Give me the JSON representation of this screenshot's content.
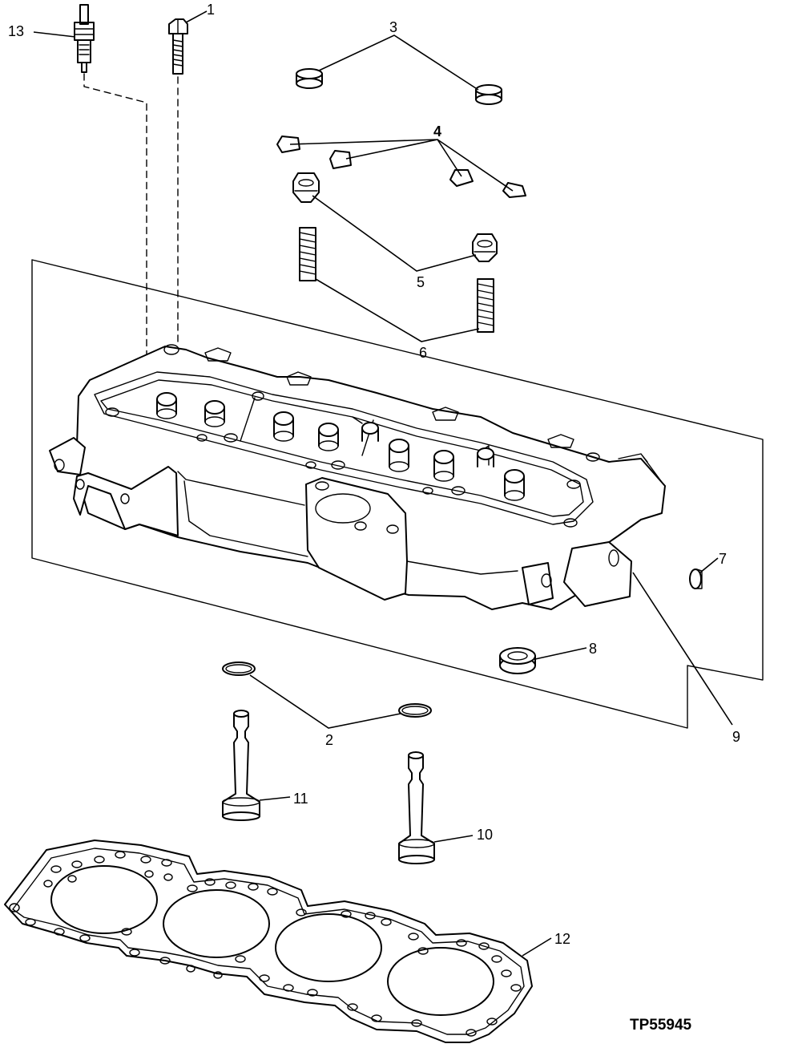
{
  "figure_id": "TP55945",
  "callouts": {
    "c1": "1",
    "c2": "2",
    "c3": "3",
    "c4": "4",
    "c5": "5",
    "c6": "6",
    "c7": "7",
    "c8": "8",
    "c9": "9",
    "c10": "10",
    "c11": "11",
    "c12": "12",
    "c13": "13"
  }
}
